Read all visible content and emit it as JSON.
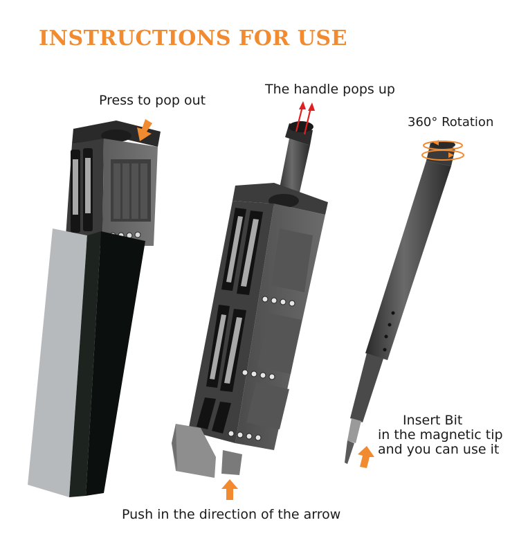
{
  "title": "INSTRUCTIONS FOR USE",
  "colors": {
    "accent_orange": "#f28a30",
    "arrow_red": "#e02020",
    "text": "#1a1a1a",
    "tool_dark": "#3a3a3a",
    "case_light": "#b8bcbf",
    "case_dark": "#0e1210"
  },
  "steps": {
    "press": {
      "label": "Press to pop out",
      "icon": "arrow-down-orange-icon"
    },
    "handle": {
      "label": "The handle pops up",
      "icon": "arrows-up-red-icon"
    },
    "rotation": {
      "label": "360° Rotation",
      "icon": "rotation-orange-icon"
    },
    "insert": {
      "lines": [
        "Insert Bit",
        "in the magnetic tip",
        "and you can use it"
      ],
      "icon": "arrow-up-orange-icon"
    },
    "push": {
      "label": "Push in the direction of the arrow",
      "icon": "arrow-up-orange-icon"
    }
  },
  "illustrations": [
    {
      "name": "case-with-bit-holder",
      "description": "bit holder partially in sleeve"
    },
    {
      "name": "bit-holder-with-handle",
      "description": "handle popped up from holder"
    },
    {
      "name": "screwdriver-handle",
      "description": "assembled screwdriver with bit"
    }
  ]
}
